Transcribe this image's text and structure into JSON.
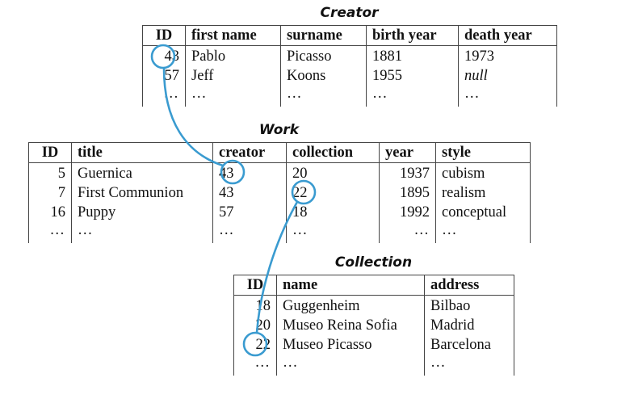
{
  "accent_color": "#3A9BD0",
  "tables": {
    "creator": {
      "title": "Creator",
      "headers": [
        "ID",
        "first name",
        "surname",
        "birth year",
        "death year"
      ],
      "rows": [
        [
          "43",
          "Pablo",
          "Picasso",
          "1881",
          "1973"
        ],
        [
          "57",
          "Jeff",
          "Koons",
          "1955",
          "null"
        ],
        [
          "...",
          "...",
          "...",
          "...",
          "..."
        ]
      ]
    },
    "work": {
      "title": "Work",
      "headers": [
        "ID",
        "title",
        "creator",
        "collection",
        "year",
        "style"
      ],
      "rows": [
        [
          "5",
          "Guernica",
          "43",
          "20",
          "1937",
          "cubism"
        ],
        [
          "7",
          "First Communion",
          "43",
          "22",
          "1895",
          "realism"
        ],
        [
          "16",
          "Puppy",
          "57",
          "18",
          "1992",
          "conceptual"
        ],
        [
          "...",
          "...",
          "...",
          "...",
          "...",
          "..."
        ]
      ]
    },
    "collection": {
      "title": "Collection",
      "headers": [
        "ID",
        "name",
        "address"
      ],
      "rows": [
        [
          "18",
          "Guggenheim",
          "Bilbao"
        ],
        [
          "20",
          "Museo Reina Sofia",
          "Madrid"
        ],
        [
          "22",
          "Museo Picasso",
          "Barcelona"
        ],
        [
          "...",
          "...",
          "..."
        ]
      ]
    }
  },
  "links": [
    {
      "from": "Creator.ID = 43",
      "to": "Work.creator = 43"
    },
    {
      "from": "Work.collection = 22",
      "to": "Collection.ID = 22"
    }
  ]
}
